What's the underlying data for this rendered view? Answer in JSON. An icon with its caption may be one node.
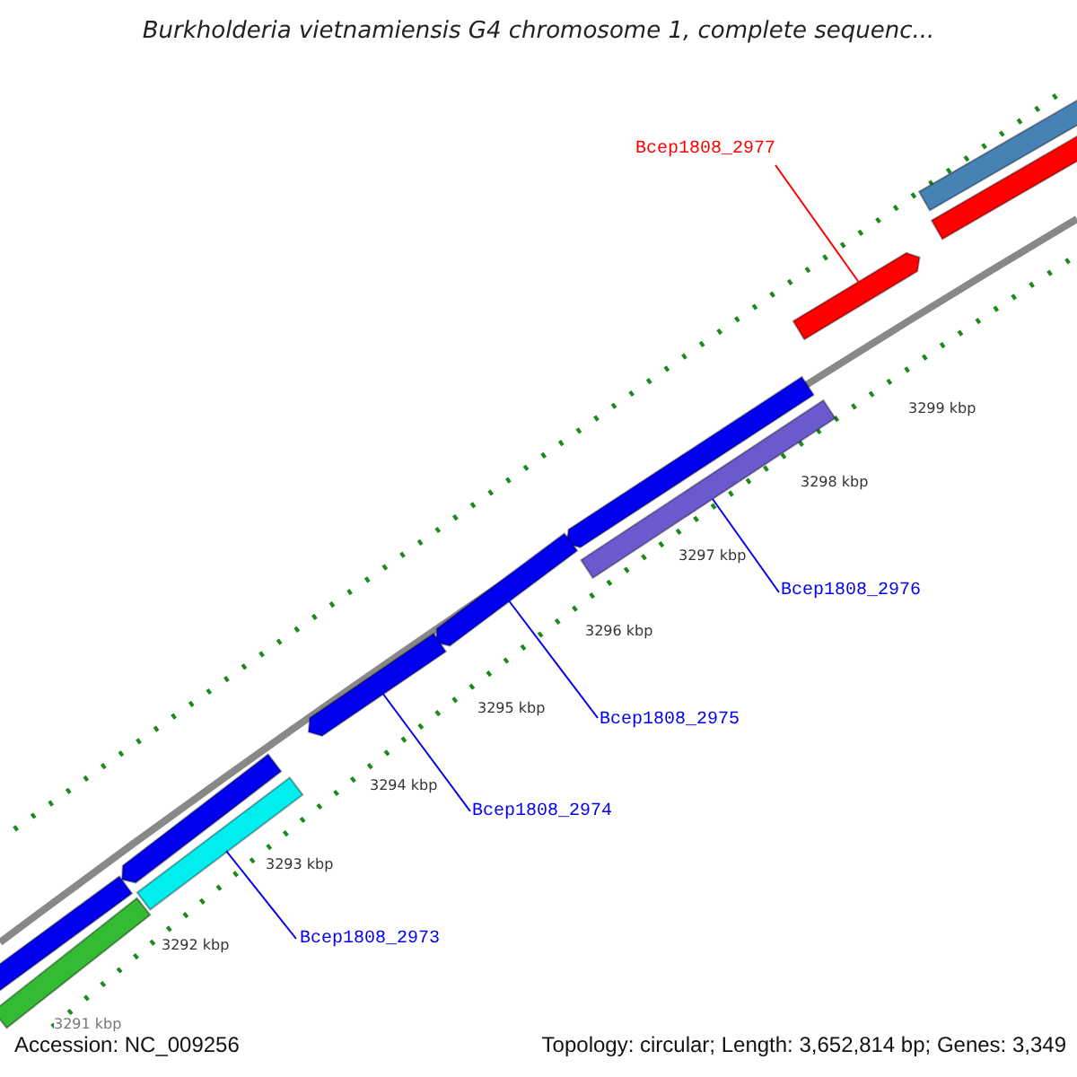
{
  "diagram": {
    "title": "Burkholderia vietnamiensis G4 chromosome 1, complete sequenc...",
    "nodes": [
      {
        "text": [
          "Bcep1808_2977"
        ]
      },
      {
        "text": [],
        "shape": "bar"
      },
      {
        "text": [],
        "shape": "bar"
      },
      {
        "text": [],
        "shape": "bar"
      },
      {
        "text": [],
        "shape": "bar"
      },
      {
        "text": [],
        "shape": "bar"
      },
      {
        "text": [
          "Bcep1808_2976"
        ]
      },
      {
        "text": [],
        "shape": "bar"
      },
      {
        "text": [
          "Bcep1808_2975"
        ]
      },
      {
        "text": [],
        "shape": "bar"
      },
      {
        "text": [
          "Bcep1808_2974"
        ]
      },
      {
        "text": [],
        "shape": "bar"
      },
      {
        "text": [],
        "shape": "bar"
      },
      {
        "text": [
          "Bcep1808_2973"
        ]
      },
      {
        "text": [],
        "shape": "bar"
      },
      {
        "text": [],
        "shape": "bar"
      }
    ],
    "edges": [
      {
        "from": 0,
        "to": 3,
        "arrow": "none",
        "color": "#ff0000"
      },
      {
        "from": 6,
        "to": 5,
        "arrow": "none"
      },
      {
        "from": 8,
        "to": 7,
        "arrow": "none"
      },
      {
        "from": 10,
        "to": 9,
        "arrow": "none"
      },
      {
        "from": 13,
        "to": 12,
        "arrow": "none"
      }
    ],
    "labels": [
      "3299 kbp",
      "3298 kbp",
      "3297 kbp",
      "3296 kbp",
      "3295 kbp",
      "3294 kbp",
      "3293 kbp",
      "3292 kbp",
      "3291 kbp",
      "Accession: NC_009256",
      "Topology: circular; Length: 3,652,814 bp; Genes: 3,349"
    ]
  }
}
